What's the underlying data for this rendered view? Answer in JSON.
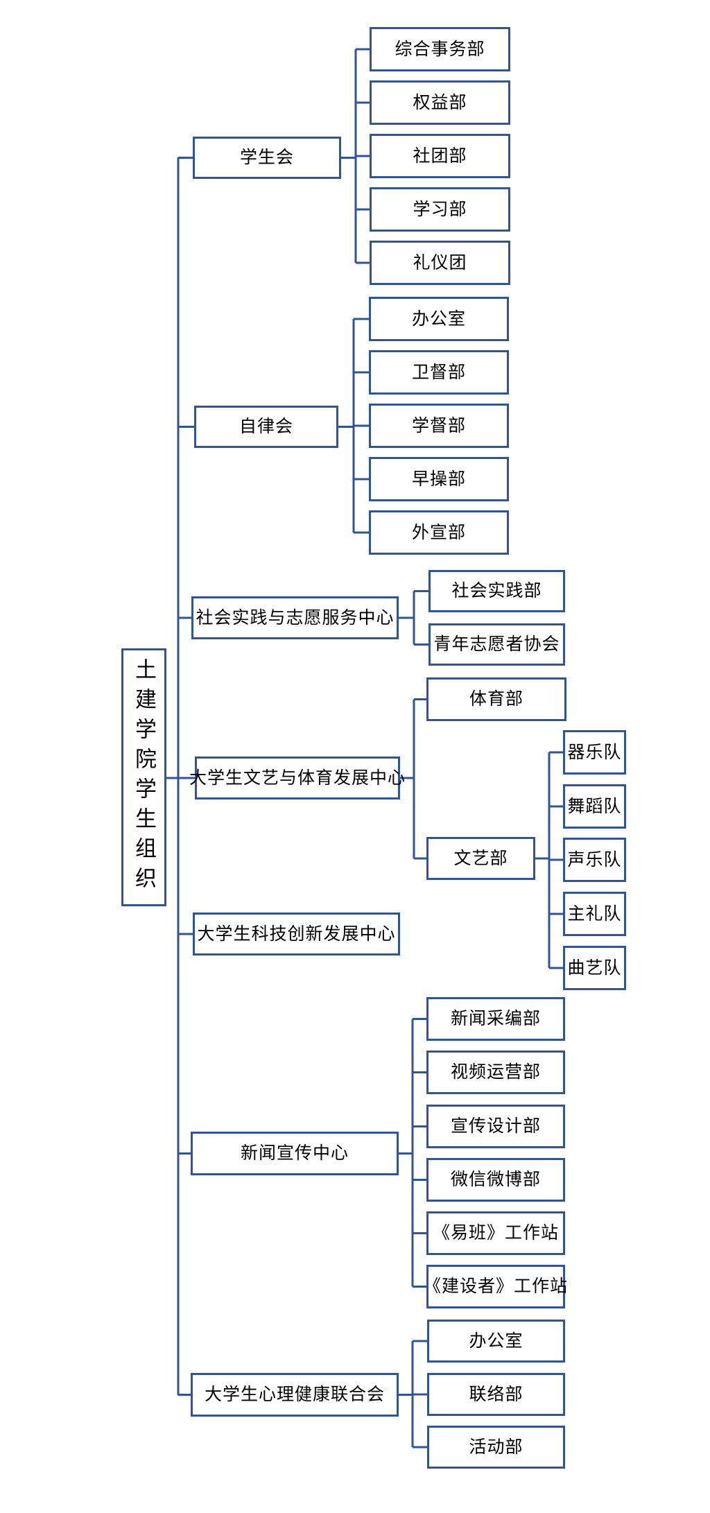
{
  "diagram": {
    "type": "org-chart",
    "colors": {
      "line": "#2f5597",
      "box_border": "#2f5597",
      "box_fill": "#ffffff",
      "text": "#000000",
      "background": "#ffffff"
    },
    "root": {
      "label": "土建学院学生组织"
    },
    "branches": [
      {
        "label": "学生会",
        "children": [
          {
            "label": "综合事务部"
          },
          {
            "label": "权益部"
          },
          {
            "label": "社团部"
          },
          {
            "label": "学习部"
          },
          {
            "label": "礼仪团"
          }
        ]
      },
      {
        "label": "自律会",
        "children": [
          {
            "label": "办公室"
          },
          {
            "label": "卫督部"
          },
          {
            "label": "学督部"
          },
          {
            "label": "早操部"
          },
          {
            "label": "外宣部"
          }
        ]
      },
      {
        "label": "社会实践与志愿服务中心",
        "children": [
          {
            "label": "社会实践部"
          },
          {
            "label": "青年志愿者协会"
          }
        ]
      },
      {
        "label": "大学生文艺与体育发展中心",
        "children": [
          {
            "label": "体育部"
          },
          {
            "label": "文艺部",
            "children": [
              {
                "label": "器乐队"
              },
              {
                "label": "舞蹈队"
              },
              {
                "label": "声乐队"
              },
              {
                "label": "主礼队"
              },
              {
                "label": "曲艺队"
              }
            ]
          }
        ]
      },
      {
        "label": "大学生科技创新发展中心",
        "children": []
      },
      {
        "label": "新闻宣传中心",
        "children": [
          {
            "label": "新闻采编部"
          },
          {
            "label": "视频运营部"
          },
          {
            "label": "宣传设计部"
          },
          {
            "label": "微信微博部"
          },
          {
            "label": "《易班》工作站"
          },
          {
            "label": "《建设者》工作站"
          }
        ]
      },
      {
        "label": "大学生心理健康联合会",
        "children": [
          {
            "label": "办公室"
          },
          {
            "label": "联络部"
          },
          {
            "label": "活动部"
          }
        ]
      }
    ]
  }
}
